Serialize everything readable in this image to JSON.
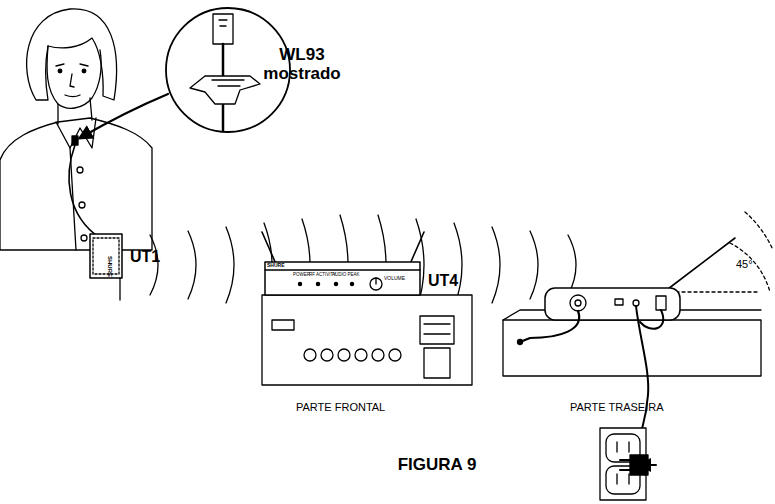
{
  "diagram": {
    "caption": "FIGURA 9",
    "labels": [
      "WL93 mostrado",
      "UT1",
      "SHURE",
      "SHURE",
      "POWER",
      "RF ACTIVITY",
      "AUDIO PEAK",
      "VOLUME",
      "UT4",
      "PARTE FRONTAL",
      "PARTE TRASEIRA",
      "45°"
    ]
  }
}
